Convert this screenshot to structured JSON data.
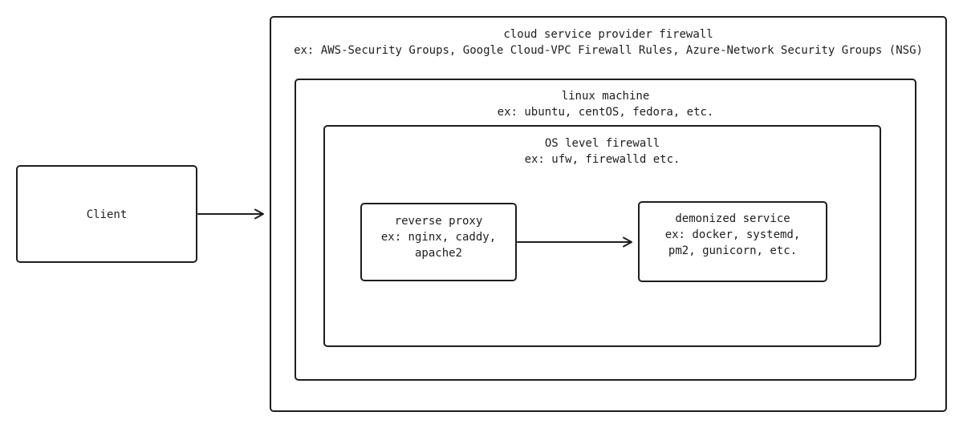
{
  "cloud_firewall": {
    "title": "cloud service provider firewall",
    "examples": "ex: AWS-Security Groups, Google Cloud-VPC Firewall Rules, Azure-Network Security Groups (NSG)"
  },
  "linux_machine": {
    "title": "linux machine",
    "examples": "ex: ubuntu, centOS, fedora, etc."
  },
  "os_firewall": {
    "title": "OS level firewall",
    "examples": "ex: ufw, firewalld etc."
  },
  "client": {
    "title": "Client"
  },
  "reverse_proxy": {
    "title": "reverse proxy",
    "examples_line1": "ex: nginx, caddy,",
    "examples_line2": "apache2"
  },
  "daemonized_service": {
    "title": "demonized service",
    "examples_line1": "ex: docker, systemd,",
    "examples_line2": "pm2, gunicorn, etc."
  },
  "colors": {
    "stroke": "#1e1e1e",
    "background": "#ffffff"
  }
}
